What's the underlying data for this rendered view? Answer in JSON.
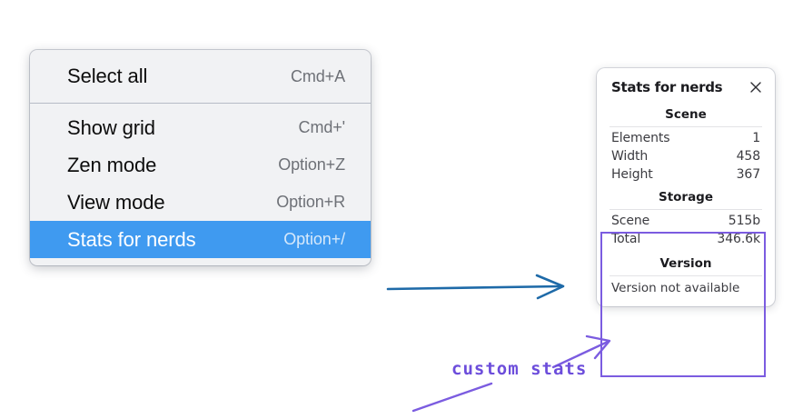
{
  "context_menu": {
    "groups": [
      {
        "name": "group-selection",
        "items": [
          {
            "label": "Select all",
            "shortcut": "Cmd+A",
            "selected": false
          }
        ]
      },
      {
        "name": "group-view",
        "items": [
          {
            "label": "Show grid",
            "shortcut": "Cmd+'",
            "selected": false
          },
          {
            "label": "Zen mode",
            "shortcut": "Option+Z",
            "selected": false
          },
          {
            "label": "View mode",
            "shortcut": "Option+R",
            "selected": false
          },
          {
            "label": "Stats for nerds",
            "shortcut": "Option+/",
            "selected": true
          }
        ]
      }
    ],
    "highlight_color": "#3f9af0"
  },
  "stats_panel": {
    "title": "Stats for nerds",
    "close_icon": "close-icon",
    "sections": [
      {
        "title": "Scene",
        "rows": [
          {
            "key": "Elements",
            "value": "1"
          },
          {
            "key": "Width",
            "value": "458"
          },
          {
            "key": "Height",
            "value": "367"
          }
        ]
      },
      {
        "title": "Storage",
        "rows": [
          {
            "key": "Scene",
            "value": "515b"
          },
          {
            "key": "Total",
            "value": "346.6k"
          }
        ]
      },
      {
        "title": "Version",
        "full_text": "Version not available"
      }
    ]
  },
  "annotations": {
    "custom_stats_label": "custom stats",
    "label_color": "#6c4ddb",
    "highlight_box_color": "#7b5ce0",
    "flow_arrow_color": "#1e6aa8"
  }
}
